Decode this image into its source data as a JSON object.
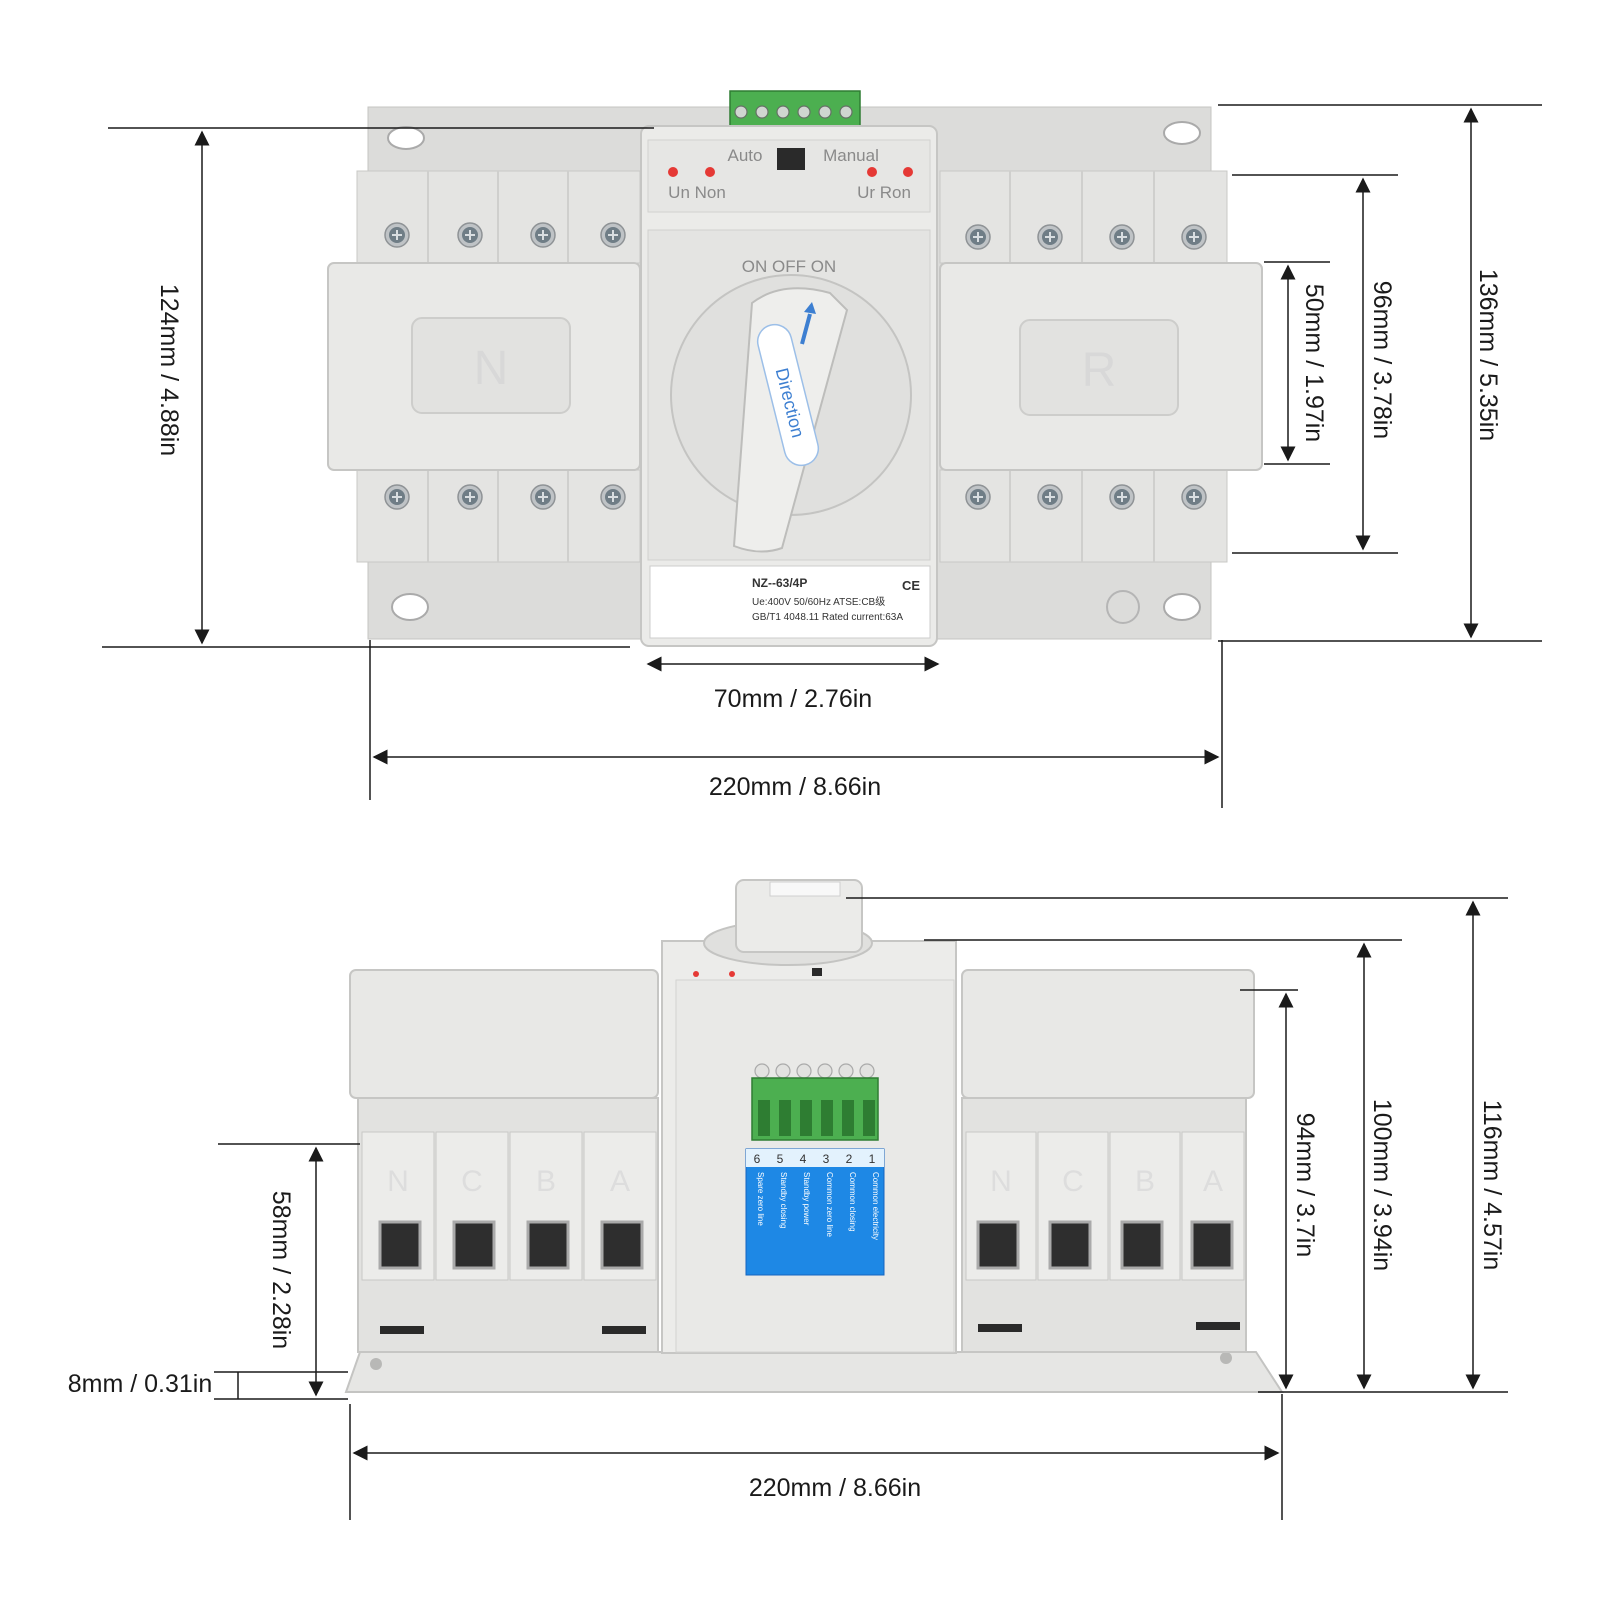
{
  "top_view": {
    "dimensions": {
      "height_total": "136mm / 5.35in",
      "height_body": "124mm / 4.88in",
      "height_terminals": "96mm / 3.78in",
      "height_handle_zone": "50mm / 1.97in",
      "width_center": "70mm / 2.76in",
      "width_total": "220mm / 8.66in"
    },
    "labels": {
      "auto": "Auto",
      "manual": "Manual",
      "un_non": "Un Non",
      "ur_ron": "Ur Ron",
      "left_side": "N",
      "right_side": "R",
      "handle": "Direction",
      "dial": "ON   OFF   ON"
    },
    "nameplate": {
      "model": "NZ--63/4P",
      "ce": "CE",
      "line1": "Ue:400V 50/60Hz  ATSE:CB级",
      "line2": "GB/T1 4048.11 Rated current:63A"
    }
  },
  "front_view": {
    "dimensions": {
      "height_total": "116mm / 4.57in",
      "height_center": "100mm / 3.94in",
      "height_side": "94mm / 3.7in",
      "height_terminal": "58mm / 2.28in",
      "base_thickness": "8mm / 0.31in",
      "width_total": "220mm / 8.66in"
    },
    "left_poles": [
      "N",
      "C",
      "B",
      "A"
    ],
    "right_poles": [
      "N",
      "C",
      "B",
      "A"
    ],
    "terminal_numbers": [
      "6",
      "5",
      "4",
      "3",
      "2",
      "1"
    ],
    "label_plate": [
      "Spare zero line",
      "Standby closing",
      "Standby power",
      "Common zero line",
      "Common closing",
      "Common electricity"
    ]
  },
  "colors": {
    "housing": "#e6e6e4",
    "housing_dark": "#cfcfcd",
    "line": "#1a1a1a",
    "terminal_green": "#4caf50",
    "label_blue": "#1e88e5",
    "led_red": "#e53935"
  }
}
